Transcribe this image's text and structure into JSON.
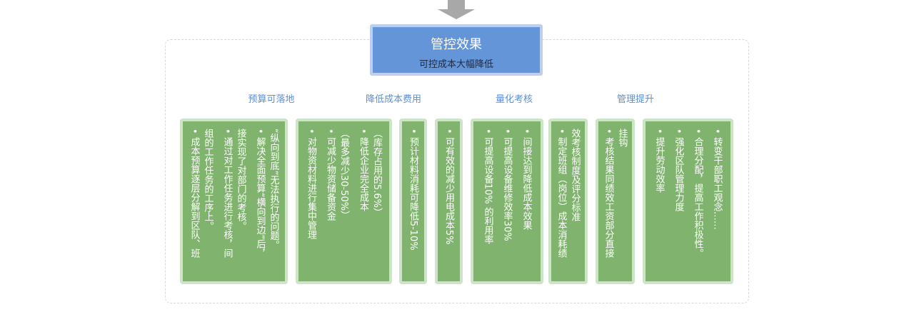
{
  "top": {
    "title": "管控效果",
    "subtitle": "可控成本大幅降低"
  },
  "categories": [
    "预算可落地",
    "降低成本费用",
    "量化考核",
    "管理提升"
  ],
  "boxes": [
    {
      "items": [
        {
          "columns": [
            "成本预算逐层分解到区队、班",
            "组的工作任务的工序上。"
          ]
        },
        {
          "columns": [
            "通过对工作任务进行考核，间",
            "接实现了对部门的考核。"
          ]
        },
        {
          "columns": [
            "解决全面预算“横向到边”后，",
            "“纵向到底”无法执行的问题。"
          ]
        }
      ]
    },
    {
      "items": [
        {
          "columns": [
            "对物资材料进行集中管理"
          ]
        },
        {
          "columns": [
            "可减少物资储备资金",
            "（最多减少30-50%）"
          ]
        },
        {
          "columns": [
            "降低企业完全成本",
            "（库存占用的5.6%）"
          ]
        }
      ]
    },
    {
      "items": [
        {
          "columns": [
            "预计材料消耗可降低5-10%"
          ]
        }
      ]
    },
    {
      "items": [
        {
          "columns": [
            "可有效的减少用电成本5%"
          ]
        }
      ]
    },
    {
      "items": [
        {
          "columns": [
            "可提高设备10% 的利用率"
          ]
        },
        {
          "columns": [
            "可提高设备维修效率30%"
          ]
        },
        {
          "columns": [
            "间接达到降低成本效果"
          ]
        }
      ]
    },
    {
      "items": [
        {
          "columns": [
            "制定班组（岗位）成本消耗绩",
            "效考核制度及评分标准"
          ]
        }
      ]
    },
    {
      "items": [
        {
          "columns": [
            "考核结果同绩效工资部分直接",
            "挂钩"
          ]
        }
      ]
    },
    {
      "items": [
        {
          "columns": [
            "提升劳动效率"
          ]
        },
        {
          "columns": [
            "强化区队管理力度"
          ]
        },
        {
          "columns": [
            "合理分配，提高工作积极性。"
          ]
        },
        {
          "columns": [
            "转变干部职工观念……"
          ]
        }
      ]
    }
  ],
  "colors": {
    "box": "#80b46e",
    "top": "#6495d8",
    "category": "#5b8fd6"
  }
}
